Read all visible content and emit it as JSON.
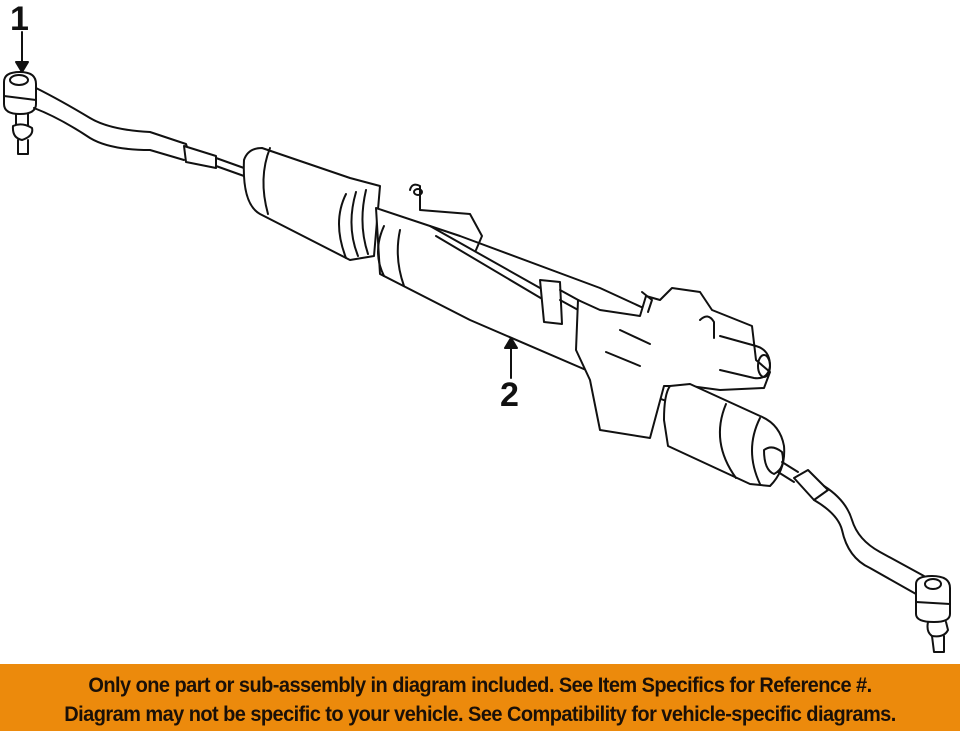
{
  "diagram": {
    "subject": "power steering rack and pinion assembly with tie rods",
    "callouts": [
      {
        "number": "1",
        "target": "outer tie rod end (left)"
      },
      {
        "number": "2",
        "target": "steering gear / rack assembly"
      }
    ],
    "line_color": "#111111",
    "background": "#ffffff"
  },
  "banner": {
    "line1": "Only one part or sub-assembly in diagram included. See Item Specifics for Reference #.",
    "line2": "Diagram may not be specific to your vehicle. See Compatibility for vehicle-specific diagrams.",
    "background": "#ec8a0c",
    "text_color": "#1a1008"
  }
}
